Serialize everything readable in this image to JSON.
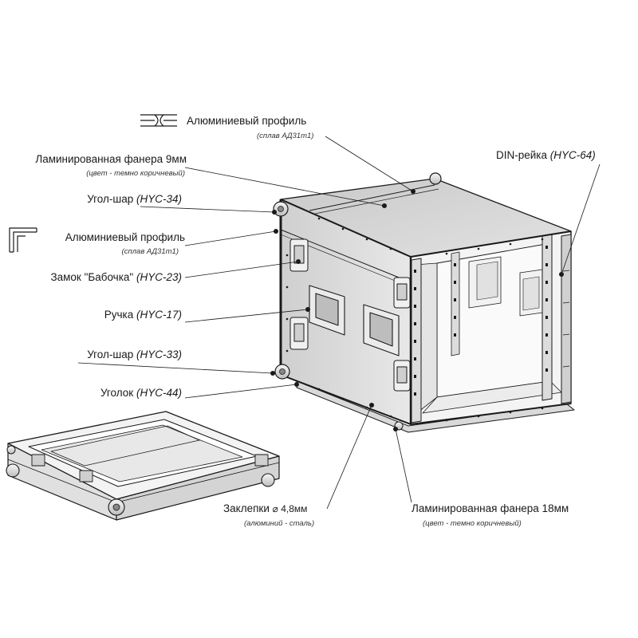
{
  "callouts": {
    "aluminum_profile_top": {
      "text": "Алюминиевый профиль",
      "note": "(сплав АД31т1)"
    },
    "plywood_9mm": {
      "text": "Ламинированная фанера 9мм",
      "note": "(цвет - темно коричневый)"
    },
    "ball_corner_34": {
      "text": "Угол-шар",
      "code": "(HYC-34)"
    },
    "aluminum_profile_angle": {
      "text": "Алюминиевый профиль",
      "note": "(сплав АД31т1)"
    },
    "butterfly_lock": {
      "text": "Замок \"Бабочка\"",
      "code": "(HYC-23)"
    },
    "handle": {
      "text": "Ручка",
      "code": "(HYC-17)"
    },
    "ball_corner_33": {
      "text": "Угол-шар",
      "code": "(HYC-33)"
    },
    "corner_piece": {
      "text": "Уголок",
      "code": "(HYC-44)"
    },
    "din_rail": {
      "text": "DIN-рейка",
      "code": "(HYC-64)"
    },
    "rivets": {
      "text": "Заклепки",
      "size": "⌀ 4,8мм",
      "note": "(алюминий - сталь)"
    },
    "plywood_18mm": {
      "text": "Ламинированная фанера 18мм",
      "note": "(цвет - темно коричневый)"
    }
  },
  "colors": {
    "line": "#1a1a1a",
    "panel": "#d6d6d6",
    "panel_dark": "#a8a8a8",
    "metal": "#efefef"
  }
}
